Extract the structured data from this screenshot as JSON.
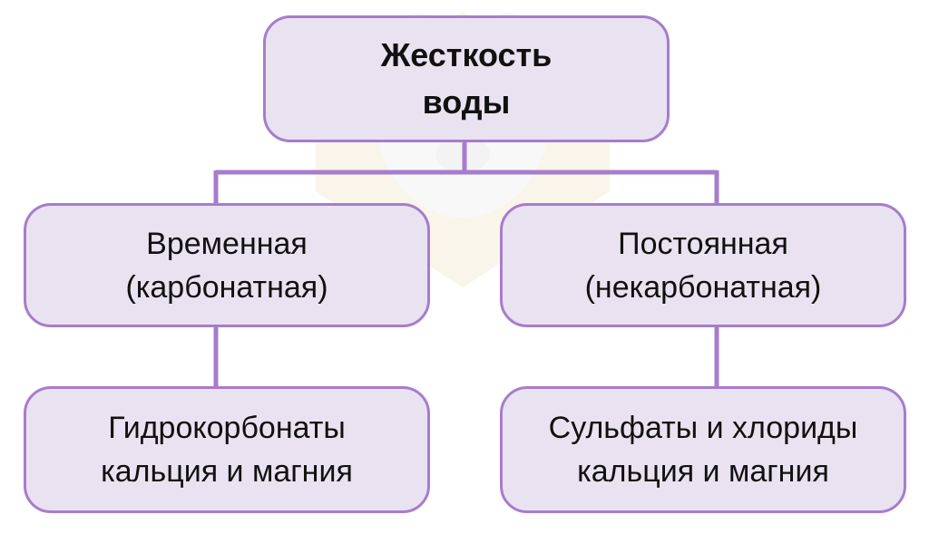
{
  "diagram": {
    "root": {
      "line1": "Жесткость",
      "line2": "воды"
    },
    "temporary": {
      "line1": "Временная",
      "line2": "(карбонатная)"
    },
    "permanent": {
      "line1": "Постоянная",
      "line2": "(некарбонатная)"
    },
    "temporary_cause": {
      "line1": "Гидрокорбонаты",
      "line2": "кальция и магния"
    },
    "permanent_cause": {
      "line1": "Сульфаты и хлориды",
      "line2": "кальция и магния"
    }
  },
  "colors": {
    "box_fill": "#e9e3f1",
    "box_border": "#a77ccc",
    "connector": "#a77ccc",
    "text": "#111111"
  },
  "icons": {
    "watermark": "bear-logo-watermark"
  }
}
